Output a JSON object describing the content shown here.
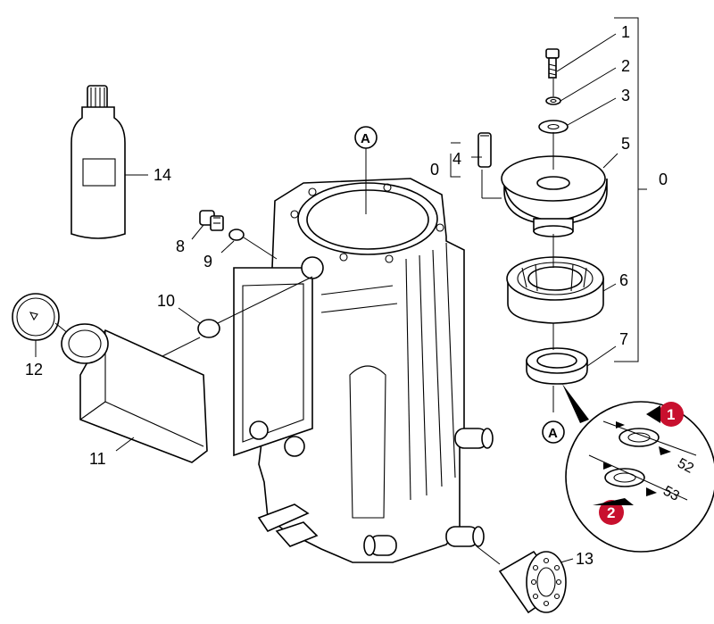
{
  "labels": {
    "p1": "1",
    "p2": "2",
    "p3": "3",
    "p4": "4",
    "p5": "5",
    "p6": "6",
    "p7": "7",
    "p0_right": "0",
    "p0_left": "0",
    "p8": "8",
    "p9": "9",
    "p10": "10",
    "p11": "11",
    "p12": "12",
    "p13": "13",
    "p14": "14",
    "callout_top": "A",
    "callout_bottom": "A",
    "dim52": "52",
    "dim53": "53",
    "badge1": "1",
    "badge2": "2"
  },
  "colors": {
    "badge": "#c8102e",
    "line": "#000000",
    "fill": "#ffffff"
  },
  "icons": [
    "bolt",
    "washer",
    "retaining-ring",
    "key",
    "bevel-gear",
    "roller-bearing",
    "shaft-seal",
    "oil-bottle",
    "drain-plug",
    "o-ring",
    "sight-glass-cover",
    "oil-reservoir",
    "valve-insert",
    "pump-housing"
  ]
}
